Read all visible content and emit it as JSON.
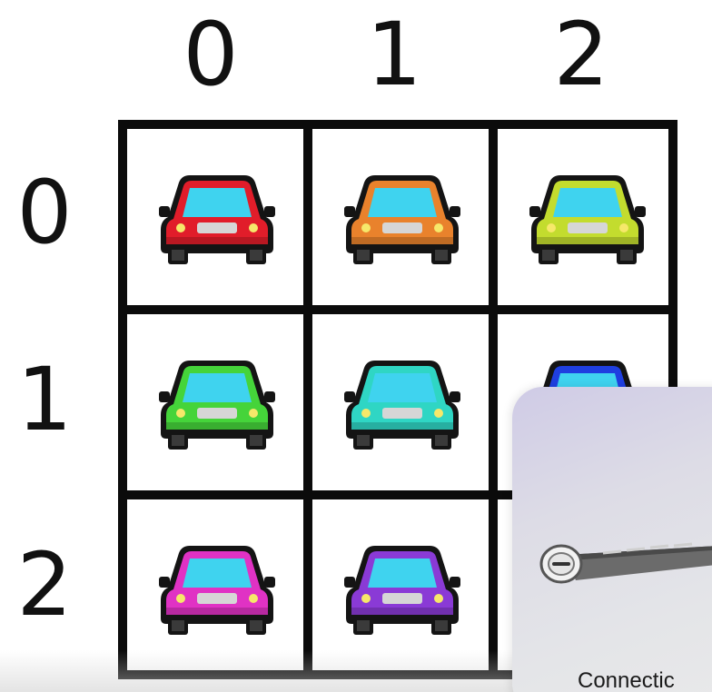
{
  "column_labels": [
    "0",
    "1",
    "2"
  ],
  "row_labels": [
    "0",
    "1",
    "2"
  ],
  "cars": [
    [
      {
        "color": "#e11d2a"
      },
      {
        "color": "#e9822c"
      },
      {
        "color": "#c3dc2e"
      }
    ],
    [
      {
        "color": "#45d43a"
      },
      {
        "color": "#2fd6c4"
      },
      {
        "color": "#1f3fe0"
      }
    ],
    [
      {
        "color": "#e032c4"
      },
      {
        "color": "#8a3ad6"
      },
      {
        "color": "#d9d9d9"
      }
    ]
  ],
  "car_icon": "car-icon",
  "overlay": {
    "icon": "trackpad-icon",
    "caption": "Connectic"
  }
}
